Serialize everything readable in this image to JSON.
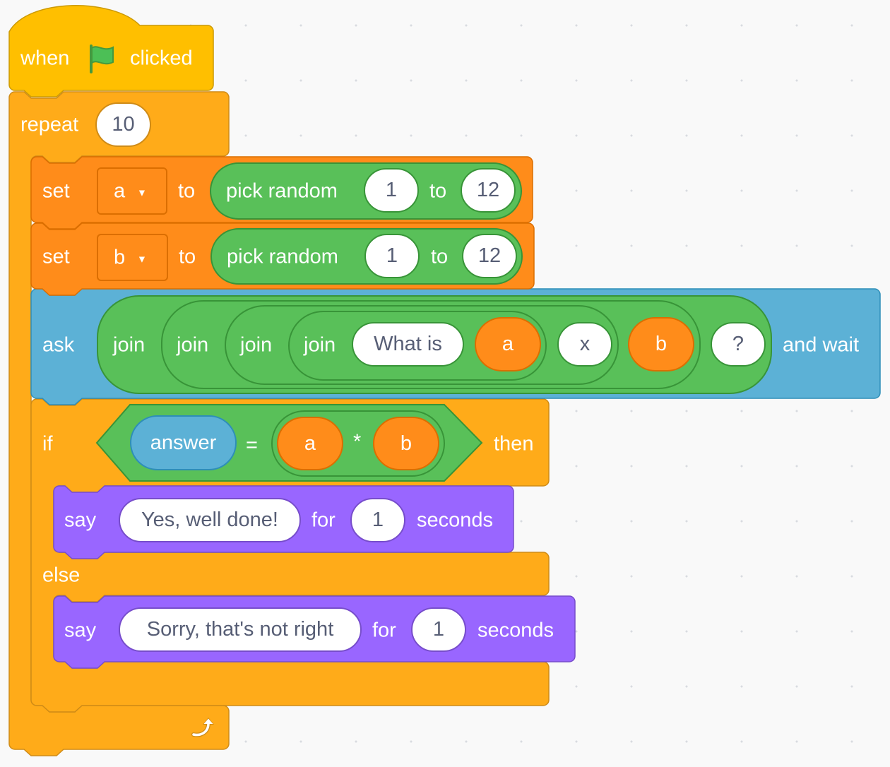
{
  "colors": {
    "events": "#ffbf00",
    "control": "#ffab19",
    "variables": "#ff8c1a",
    "operators": "#59c059",
    "sensing": "#5cb1d6",
    "looks": "#9966ff",
    "canvas": "#f9f9f9"
  },
  "hat": {
    "when": "when",
    "flag_icon": "green-flag-icon",
    "clicked": "clicked"
  },
  "repeat": {
    "label": "repeat",
    "count": "10",
    "loop_icon": "repeat-arrow-icon"
  },
  "set_a": {
    "set": "set",
    "variable": "a",
    "to": "to",
    "reporter": {
      "label": "pick random",
      "from": "1",
      "to_label": "to",
      "to": "12"
    }
  },
  "set_b": {
    "set": "set",
    "variable": "b",
    "to": "to",
    "reporter": {
      "label": "pick random",
      "from": "1",
      "to_label": "to",
      "to": "12"
    }
  },
  "ask": {
    "label": "ask",
    "join": "join",
    "text": "What is",
    "var_a": "a",
    "times": "x",
    "var_b": "b",
    "question_mark": "?",
    "and_wait": "and wait"
  },
  "if_block": {
    "if": "if",
    "answer": "answer",
    "equals": "=",
    "left": "a",
    "op": "*",
    "right": "b",
    "then": "then",
    "else": "else"
  },
  "say_yes": {
    "say": "say",
    "message": "Yes, well done!",
    "for": "for",
    "secs": "1",
    "seconds": "seconds"
  },
  "say_no": {
    "say": "say",
    "message": "Sorry, that's not right",
    "for": "for",
    "secs": "1",
    "seconds": "seconds"
  }
}
